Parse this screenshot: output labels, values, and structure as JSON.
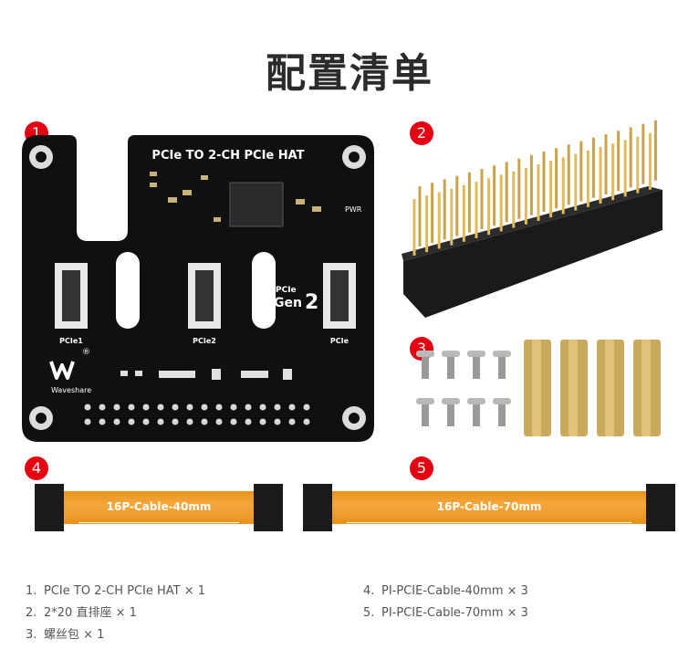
{
  "title": "配置清单",
  "badges": [
    "1",
    "2",
    "3",
    "4",
    "5"
  ],
  "board": {
    "title": "PCIe TO 2-CH PCIe HAT",
    "pwr_label": "PWR",
    "ports": [
      "PCIe1",
      "PCIe2",
      "PCIe"
    ],
    "gen_prefix": "PCIe",
    "gen_word": "Gen",
    "gen_number": "2",
    "brand": "Waveshare",
    "trademark": "®"
  },
  "cables": [
    {
      "label": "16P-Cable-40mm"
    },
    {
      "label": "16P-Cable-70mm"
    }
  ],
  "items_left": [
    {
      "num": "1.",
      "text": "PCIe TO 2-CH PCIe HAT × 1"
    },
    {
      "num": "2.",
      "text": "2*20 直排座 × 1"
    },
    {
      "num": "3.",
      "text": "螺丝包 × 1"
    }
  ],
  "items_right": [
    {
      "num": "4.",
      "text": "PI-PCIE-Cable-40mm × 3"
    },
    {
      "num": "5.",
      "text": "PI-PCIE-Cable-70mm × 3"
    }
  ]
}
